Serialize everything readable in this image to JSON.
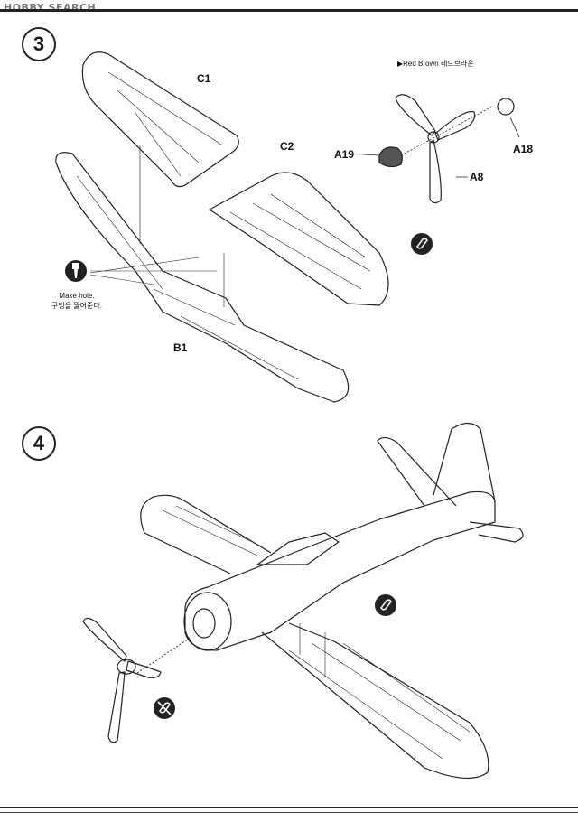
{
  "watermark": "HOBBY SEARCH",
  "steps": [
    {
      "number": "3"
    },
    {
      "number": "4"
    }
  ],
  "step3": {
    "paint_note": "▶Red Brown 레드브라운",
    "make_hole_en": "Make hole.",
    "make_hole_ko": "구멍을 뚫어준다.",
    "labels": {
      "c1": "C1",
      "c2": "C2",
      "b1": "B1",
      "a19": "A19",
      "a18": "A18",
      "a8": "A8"
    }
  },
  "icons": {
    "drill": "drill-icon",
    "glue": "glue-icon",
    "no_glue": "no-glue-icon"
  }
}
